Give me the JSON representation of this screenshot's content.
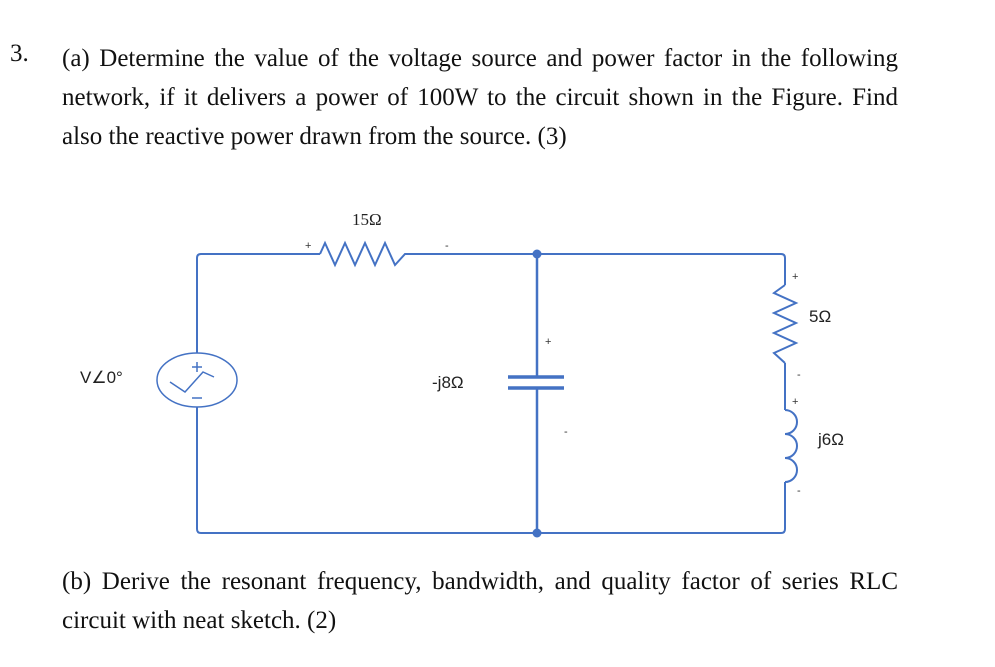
{
  "question": {
    "number": "3.",
    "part_a": "(a) Determine the value of the voltage source and power factor in the following network, if it delivers a power of 100W to the circuit shown in the Figure. Find also the reactive power drawn from the source. (3)",
    "part_b": "(b) Derive the resonant frequency, bandwidth, and quality factor of series RLC circuit with neat sketch. (2)"
  },
  "circuit": {
    "source_label": "V∠0°",
    "series_resistor": "15Ω",
    "capacitor": "-j8Ω",
    "branch_resistor": "5Ω",
    "inductor": "j6Ω",
    "plus": "+",
    "minus": "-",
    "wire_color": "#4472c4"
  }
}
